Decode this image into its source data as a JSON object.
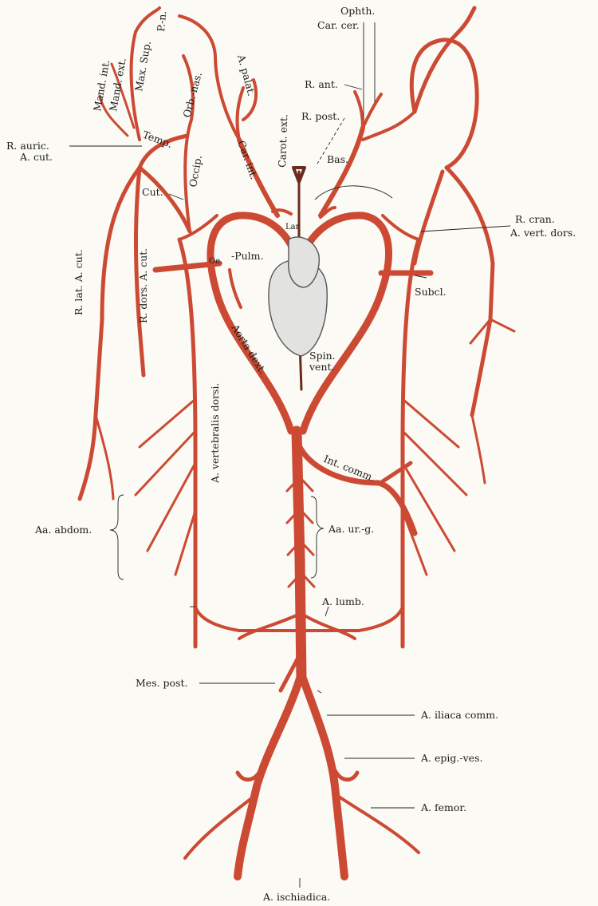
{
  "colors": {
    "artery": "#cc4a33",
    "heart": "#e2e2e0",
    "heart_outline": "#555555",
    "ink": "#1c1c1c",
    "background": "#fbfaf5"
  },
  "labels": {
    "ophth": "Ophth.",
    "car_cer": "Car. cer.",
    "r_ant": "R. ant.",
    "r_post": "R. post.",
    "bas": "Bas.",
    "lar": "Lar",
    "mand_int": "Mand. int.",
    "mand_ext": "Mand. ext.",
    "max_sup": "Max. Sup.",
    "p_n": "P.-n.",
    "a_palat": "A. palat.",
    "orb_nas": "Orb.-nas.",
    "temp": "Temp.",
    "occip": "Occip.",
    "car_int": "Car. int.",
    "carot_ext": "Carot. ext.",
    "r_auric": "R. auric.",
    "a_cut": "A. cut.",
    "cut": "Cut.",
    "r_lat_a_cut": "R. lat. A. cut.",
    "r_dors_a_cut": "R. dors. A. cut.",
    "oe": "Oe.",
    "pulm": "-Pulm.",
    "r_cran": "R. cran.",
    "a_vert_dors": "A. vert. dors.",
    "subcl": "Subcl.",
    "aorta_dext": "Aorta dext.",
    "spin_vent_1": "Spin.",
    "spin_vent_2": "vent.",
    "a_vertebralis_dorsi": "A. vertebralis dorsi.",
    "int_comm": "Int. comm.",
    "aa_abdom": "Aa. abdom.",
    "aa_ur_g": "Aa. ur.-g.",
    "a_lumb": "A. lumb.",
    "mes_post": "Mes. post.",
    "a_iliaca_comm": "A. iliaca comm.",
    "a_epig_ves": "A. epig.-ves.",
    "a_femor": "A. femor.",
    "a_ischiadica": "A. ischiadica."
  }
}
